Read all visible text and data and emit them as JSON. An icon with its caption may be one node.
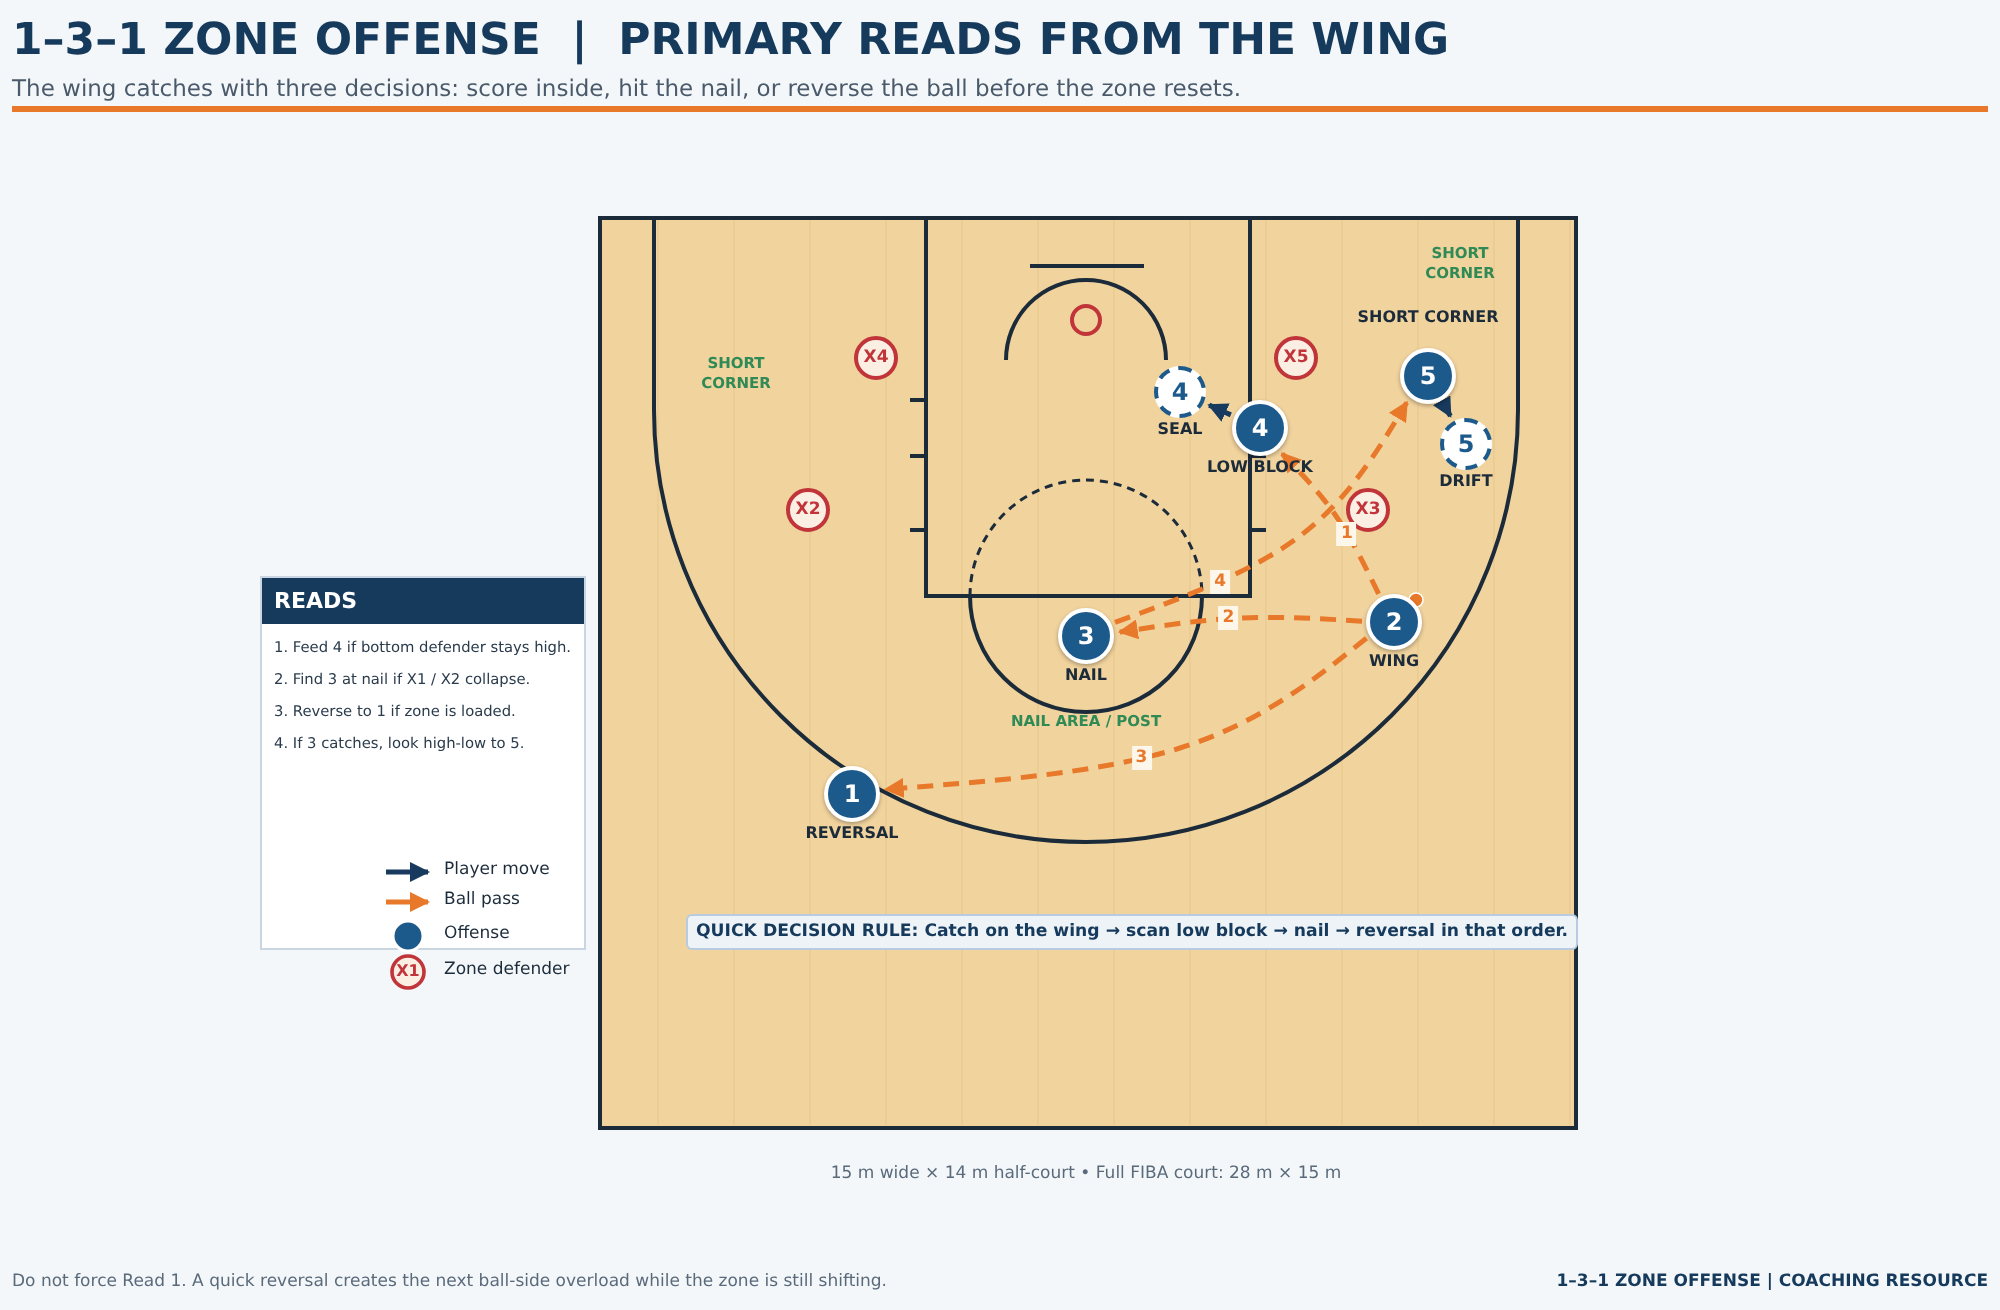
{
  "diagram": {
    "title": "1–3–1 ZONE OFFENSE  |  PRIMARY READS FROM THE WING",
    "nodes": [
      {
        "text": [
          "READS",
          "1. Feed 4 if bottom defender stays high.",
          "2. Find 3 at nail if X1 / X2 collapse.",
          "3. Reverse to 1 if zone is loaded.",
          "4. If 3 catches, look high-low to 5."
        ]
      },
      {
        "text": [
          "X4"
        ]
      },
      {
        "text": [
          "X5"
        ]
      },
      {
        "text": [
          "5"
        ],
        "beside": [
          "SHORT CORNER"
        ]
      },
      {
        "text": [
          "4"
        ],
        "beside": [
          "SEAL"
        ]
      },
      {
        "text": [
          "4"
        ],
        "beside": [
          "LOW BLOCK"
        ]
      },
      {
        "text": [
          "5"
        ],
        "beside": [
          "DRIFT"
        ]
      },
      {
        "text": [
          "X2"
        ]
      },
      {
        "text": [
          "X3"
        ]
      },
      {
        "text": [
          "2"
        ],
        "beside": [
          "WING"
        ]
      },
      {
        "text": [
          "3"
        ],
        "beside": [
          "NAIL"
        ]
      },
      {
        "text": [
          "1"
        ],
        "beside": [
          "REVERSAL"
        ]
      },
      {
        "text": [
          "QUICK DECISION RULE:  Catch on the wing → scan low block → nail → reversal in that order."
        ]
      }
    ],
    "edges": [
      {
        "from": 9,
        "to": 5,
        "arrow": "to",
        "label": "1",
        "style": "dashed"
      },
      {
        "from": 9,
        "to": 10,
        "arrow": "to",
        "label": "2",
        "style": "dashed"
      },
      {
        "from": 9,
        "to": 11,
        "arrow": "to",
        "label": "3",
        "style": "dashed"
      },
      {
        "from": 10,
        "to": 3,
        "arrow": "to",
        "label": "4",
        "style": "dashed"
      },
      {
        "from": 5,
        "to": 4,
        "arrow": "to",
        "color": "#173a5e"
      },
      {
        "from": 3,
        "to": 6,
        "arrow": "to",
        "color": "#173a5e"
      }
    ],
    "labels": [
      "The wing catches with three decisions: score inside, hit the nail, or reverse the ball before the zone resets.",
      "SHORT CORNER",
      "SHORT CORNER",
      "NAIL AREA / POST",
      "X1",
      "15 m wide × 14 m half-court  •  Full FIBA court: 28 m × 15 m",
      "Do not force Read 1. A quick reversal creates the next ball-side overload while the zone is still shifting.",
      "1–3–1 ZONE OFFENSE  |  COACHING RESOURCE"
    ],
    "legend": [
      {
        "text": "Player move"
      },
      {
        "text": "Ball pass"
      },
      {
        "text": "Offense"
      },
      {
        "text": "Zone defender"
      }
    ]
  }
}
